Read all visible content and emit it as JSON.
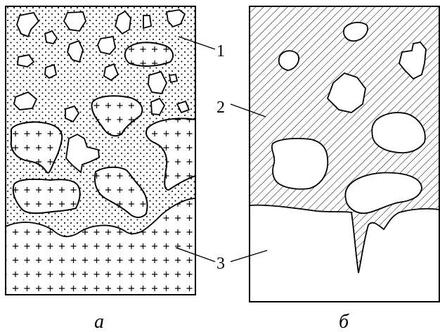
{
  "figure": {
    "panels": [
      {
        "caption": "а"
      },
      {
        "caption": "б"
      }
    ],
    "callouts": [
      {
        "label": "1"
      },
      {
        "label": "2"
      },
      {
        "label": "3"
      }
    ],
    "colors": {
      "ink": "#000000",
      "paper": "#ffffff"
    }
  }
}
